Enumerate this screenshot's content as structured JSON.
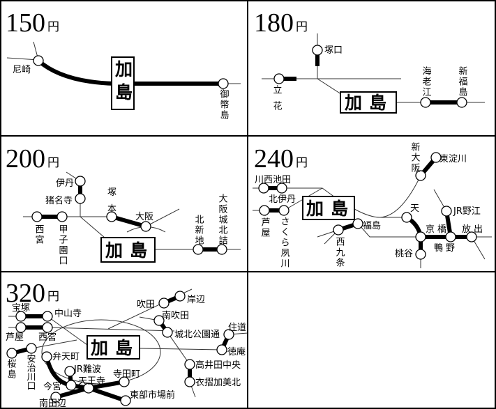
{
  "unit": "円",
  "origin": "加島",
  "panels": [
    {
      "fare": "150",
      "stations": [
        "尼崎",
        "御幣島"
      ]
    },
    {
      "fare": "180",
      "stations": [
        "塚口",
        "立花",
        "海老江",
        "新福島"
      ]
    },
    {
      "fare": "200",
      "stations": [
        "伊丹",
        "猪名寺",
        "塚",
        "本",
        "大阪",
        "西宮",
        "甲子園口",
        "北新地",
        "大阪城北詰"
      ]
    },
    {
      "fare": "240",
      "stations": [
        "川西池田",
        "北伊丹",
        "芦屋",
        "さくら夙川",
        "新大阪",
        "東淀川",
        "福島",
        "西九条",
        "天",
        "京橋",
        "鴨野",
        "放出",
        "JR野江",
        "桃谷"
      ]
    },
    {
      "fare": "320",
      "stations": [
        "宝塚",
        "中山寺",
        "芦屋",
        "西宮",
        "桜島",
        "安治川口",
        "弁天町",
        "JR難波",
        "天王寺",
        "今宮",
        "南田辺",
        "寺田町",
        "東部市場前",
        "吹田",
        "岸辺",
        "南吹田",
        "城北公園通",
        "住道",
        "徳庵",
        "高井田中央",
        "衣摺加美北"
      ]
    }
  ]
}
